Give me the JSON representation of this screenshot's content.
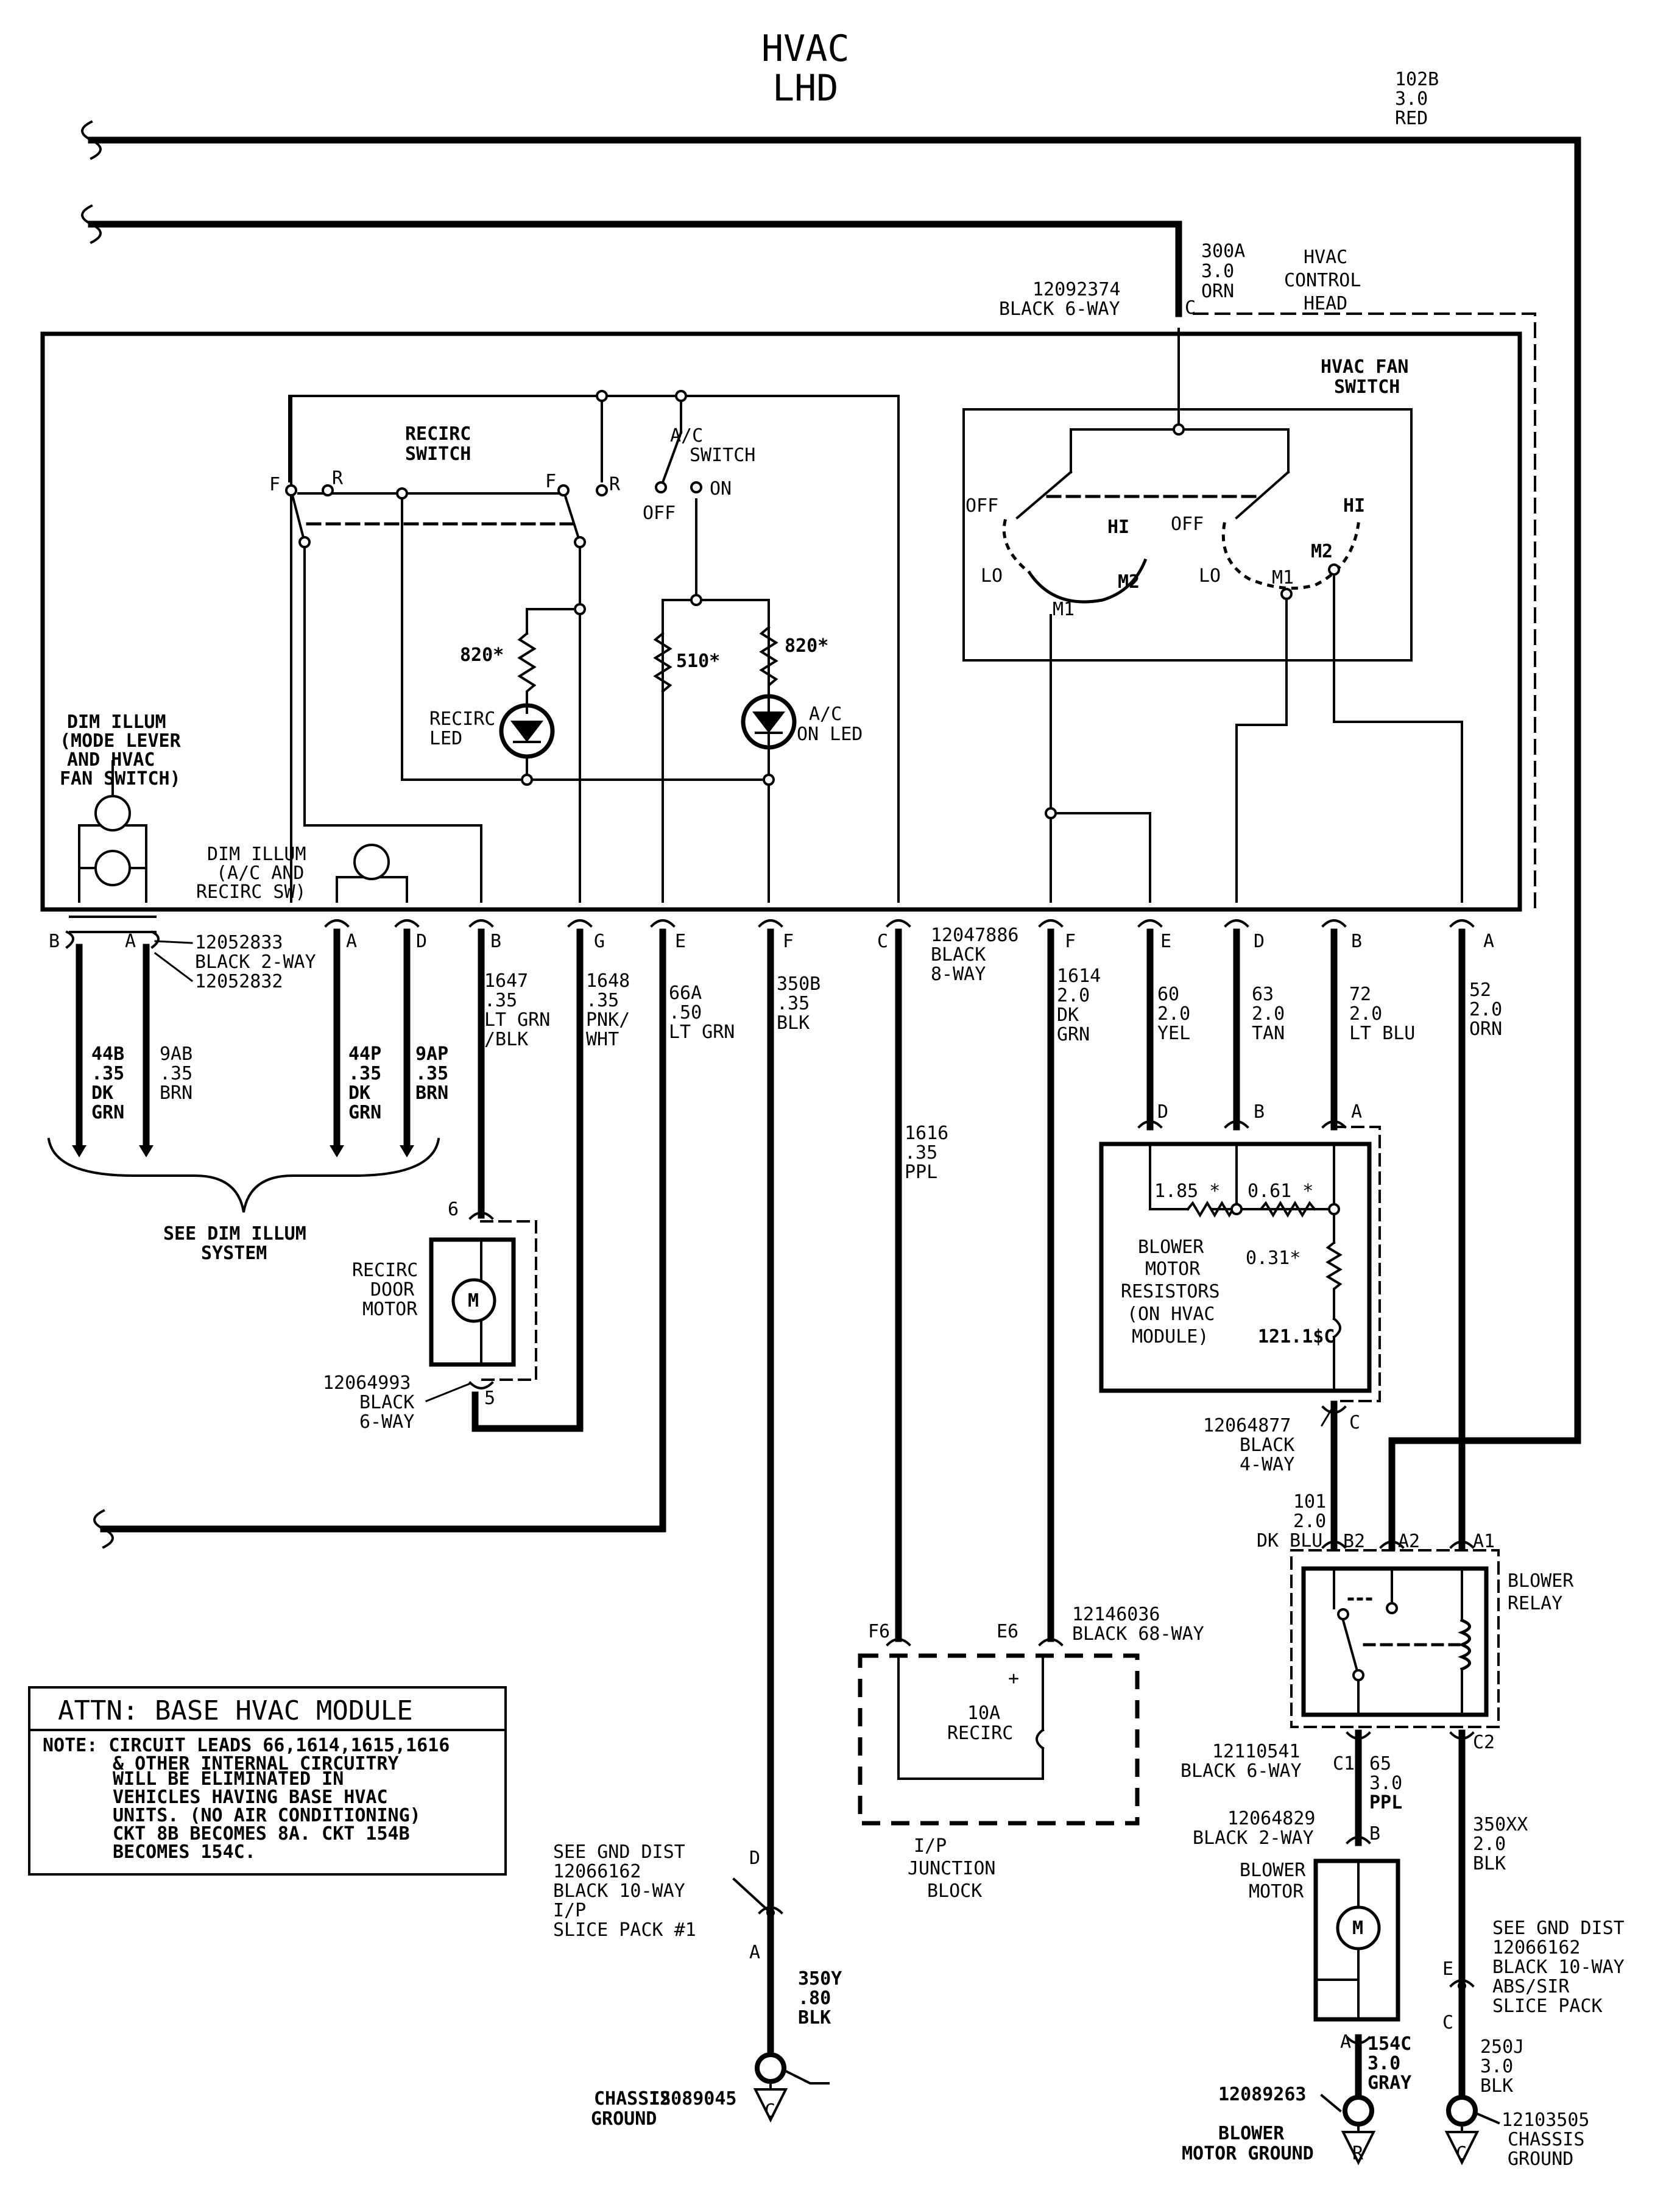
{
  "title": {
    "line1": "HVAC",
    "line2": "LHD"
  },
  "feeds": {
    "top_wire": [
      "102B",
      "3.0",
      "RED"
    ],
    "c_wire": [
      "300A",
      "3.0",
      "ORN"
    ],
    "control_head_connector": [
      "12092374",
      "BLACK 6-WAY"
    ],
    "c_pin": "C"
  },
  "control_head": {
    "title": [
      "HVAC",
      "CONTROL",
      "HEAD"
    ],
    "recirc_switch": [
      "RECIRC",
      "SWITCH"
    ],
    "ac_switch": [
      "A/C",
      "SWITCH"
    ],
    "fan_switch": [
      "HVAC FAN",
      "SWITCH"
    ],
    "contacts": {
      "F": "F",
      "R": "R",
      "OFF": "OFF",
      "ON": "ON",
      "LO": "LO",
      "HI": "HI",
      "M1": "M1",
      "M2": "M2"
    },
    "r820_a": "820*",
    "r820_b": "820*",
    "r510": "510*",
    "recirc_led": [
      "RECIRC",
      "LED"
    ],
    "ac_led": [
      "A/C",
      "ON LED"
    ],
    "dim_illum_main": [
      "DIM ILLUM",
      "(MODE LEVER",
      "AND HVAC",
      "FAN SWITCH)"
    ],
    "dim_illum_sw": [
      "DIM ILLUM",
      "(A/C AND",
      "RECIRC SW)"
    ]
  },
  "connectors": {
    "dim": [
      "12052833",
      "BLACK 2-WAY",
      "12052832"
    ],
    "main": [
      "12047886",
      "BLACK",
      "8-WAY"
    ],
    "recirc_door": [
      "12064993",
      "BLACK",
      "6-WAY"
    ],
    "resistors": [
      "12064877",
      "BLACK",
      "4-WAY"
    ],
    "junction": [
      "12146036",
      "BLACK 68-WAY"
    ],
    "relay": [
      "12110541",
      "BLACK 6-WAY"
    ],
    "motor": [
      "12064829",
      "BLACK 2-WAY"
    ]
  },
  "pins": {
    "B": "B",
    "A": "A",
    "D": "D",
    "G": "G",
    "E": "E",
    "F": "F",
    "C": "C",
    "num6": "6",
    "num5": "5",
    "F6": "F6",
    "E6": "E6",
    "B2": "B2",
    "A2": "A2",
    "A1": "A1",
    "C1": "C1",
    "C2": "C2"
  },
  "wires": {
    "w44B": [
      "44B",
      ".35",
      "DK",
      "GRN"
    ],
    "w9AB": [
      "9AB",
      ".35",
      "BRN"
    ],
    "w44P": [
      "44P",
      ".35",
      "DK",
      "GRN"
    ],
    "w9AP": [
      "9AP",
      ".35",
      "BRN"
    ],
    "w1647": [
      "1647",
      ".35",
      "LT GRN",
      "/BLK"
    ],
    "w1648": [
      "1648",
      ".35",
      "PNK/",
      "WHT"
    ],
    "w66A": [
      "66A",
      ".50",
      "LT GRN"
    ],
    "w350B": [
      "350B",
      ".35",
      "BLK"
    ],
    "w1616": [
      "1616",
      ".35",
      "PPL"
    ],
    "w1614": [
      "1614",
      "2.0",
      "DK",
      "GRN"
    ],
    "w60": [
      "60",
      "2.0",
      "YEL"
    ],
    "w63": [
      "63",
      "2.0",
      "TAN"
    ],
    "w72": [
      "72",
      "2.0",
      "LT BLU"
    ],
    "w52": [
      "52",
      "2.0",
      "ORN"
    ],
    "w101": [
      "101",
      "2.0",
      "DK BLU"
    ],
    "w65": [
      "65",
      "3.0",
      "PPL"
    ],
    "w350XX": [
      "350XX",
      "2.0",
      "BLK"
    ],
    "w350Y": [
      "350Y",
      ".80",
      "BLK"
    ],
    "w154C": [
      "154C",
      "3.0",
      "GRAY"
    ],
    "w250J": [
      "250J",
      "3.0",
      "BLK"
    ]
  },
  "components": {
    "see_dim": [
      "SEE DIM ILLUM",
      "SYSTEM"
    ],
    "recirc_motor": [
      "RECIRC",
      "DOOR",
      "MOTOR"
    ],
    "motor_m": "M",
    "resistors": [
      "BLOWER",
      "MOTOR",
      "RESISTORS",
      "(ON HVAC",
      "MODULE)"
    ],
    "r185": "1.85 *",
    "r061": "0.61 *",
    "r031": "0.31*",
    "fuse_code": "121.1$C",
    "relay": [
      "BLOWER",
      "RELAY"
    ],
    "junction_block": [
      "I/P",
      "JUNCTION",
      "BLOCK"
    ],
    "fuse": [
      "10A",
      "RECIRC"
    ],
    "fuse_plus": "+",
    "blower_motor": [
      "BLOWER",
      "MOTOR"
    ],
    "gnd_dist_1": [
      "SEE GND DIST",
      "12066162",
      "BLACK 10-WAY",
      "I/P",
      "SLICE PACK #1"
    ],
    "gnd_dist_2": [
      "SEE GND DIST",
      "12066162",
      "BLACK 10-WAY",
      "ABS/SIR",
      "SLICE PACK"
    ],
    "chassis_ground": [
      "CHASSIS",
      "GROUND"
    ],
    "g_12089045": "12089045",
    "g_12089263": "12089263",
    "blower_ground": [
      "BLOWER",
      "MOTOR GROUND"
    ],
    "g_12103505": [
      "12103505",
      "CHASSIS",
      "GROUND"
    ],
    "g_C": "C",
    "g_R": "R"
  },
  "attn": {
    "title": "ATTN: BASE HVAC MODULE",
    "note": [
      "NOTE: CIRCUIT LEADS 66,1614,1615,1616",
      "& OTHER INTERNAL CIRCUITRY",
      "WILL BE ELIMINATED IN",
      "VEHICLES HAVING BASE HVAC",
      "UNITS.  (NO AIR CONDITIONING)",
      "CKT 8B BECOMES 8A. CKT 154B",
      "BECOMES 154C."
    ]
  }
}
